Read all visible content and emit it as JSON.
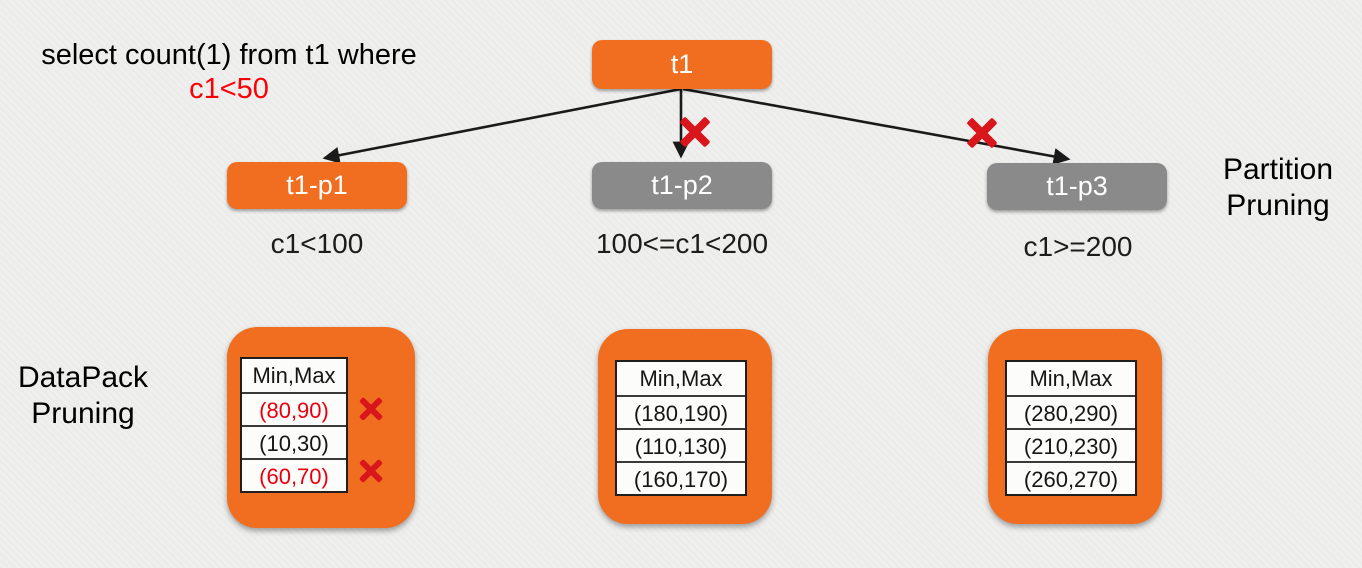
{
  "query": {
    "line1": "select count(1) from t1 where",
    "predicate": "c1<50"
  },
  "tree": {
    "root": "t1",
    "partitions": [
      {
        "label": "t1-p1",
        "condition": "c1<100",
        "pruned": false
      },
      {
        "label": "t1-p2",
        "condition": "100<=c1<200",
        "pruned": true
      },
      {
        "label": "t1-p3",
        "condition": "c1>=200",
        "pruned": true
      }
    ]
  },
  "annotations": {
    "partition_pruning": [
      "Partition",
      "Pruning"
    ],
    "datapack_pruning": [
      "DataPack",
      "Pruning"
    ]
  },
  "datapacks": [
    {
      "partition": "t1-p1",
      "header": "Min,Max",
      "packs": [
        {
          "range": "(80,90)",
          "pruned": true
        },
        {
          "range": "(10,30)",
          "pruned": false
        },
        {
          "range": "(60,70)",
          "pruned": true
        }
      ]
    },
    {
      "partition": "t1-p2",
      "header": "Min,Max",
      "packs": [
        {
          "range": "(180,190)",
          "pruned": false
        },
        {
          "range": "(110,130)",
          "pruned": false
        },
        {
          "range": "(160,170)",
          "pruned": false
        }
      ]
    },
    {
      "partition": "t1-p3",
      "header": "Min,Max",
      "packs": [
        {
          "range": "(280,290)",
          "pruned": false
        },
        {
          "range": "(210,230)",
          "pruned": false
        },
        {
          "range": "(260,270)",
          "pruned": false
        }
      ]
    }
  ],
  "colors": {
    "orange": "#f16e21",
    "gray": "#8a8a8a",
    "red_text": "#e8000f",
    "red_x": "#da161d",
    "background": "#efefee"
  }
}
